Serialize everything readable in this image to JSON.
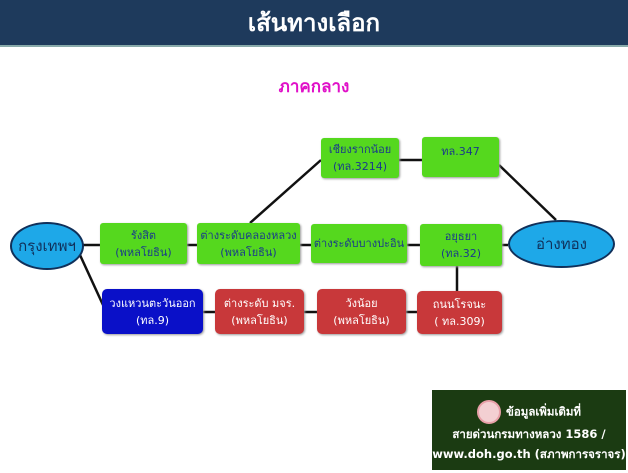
{
  "header": {
    "title": "เส้นทางเลือก"
  },
  "region": "ภาคกลาง",
  "nodes": {
    "bangkok": "กรุงเทพฯ",
    "rangsit": [
      "รังสิต",
      "(พหลโยธิน)"
    ],
    "khlong_luang": [
      "ต่างระดับคลองหลวง",
      "(พหลโยธิน)"
    ],
    "bang_pa_in": "ต่างระดับบางปะอิน",
    "ayutthaya": [
      "อยุธยา",
      "(ทล.32)"
    ],
    "ang_thong": "อ่างทอง",
    "chiang_rak_noi": [
      "เชียงรากน้อย",
      "(ทล.3214)"
    ],
    "route_347": "ทล.347",
    "eastern_ring": [
      "วงแหวนตะวันออก",
      "(ทล.9)"
    ],
    "mor_jor_ror": [
      "ต่างระดับ มจร.",
      "(พหลโยธิน)"
    ],
    "wang_noi": [
      "วังน้อย",
      "(พหลโยธิน)"
    ],
    "rojana": [
      "ถนนโรจนะ",
      "( ทล.309)"
    ]
  },
  "info": {
    "line1": "ข้อมูลเพิ่มเติมที่",
    "line2": "สายด่วนกรมทางหลวง 1586 /",
    "line3": "www.doh.go.th (สภาพการจราจร)"
  }
}
